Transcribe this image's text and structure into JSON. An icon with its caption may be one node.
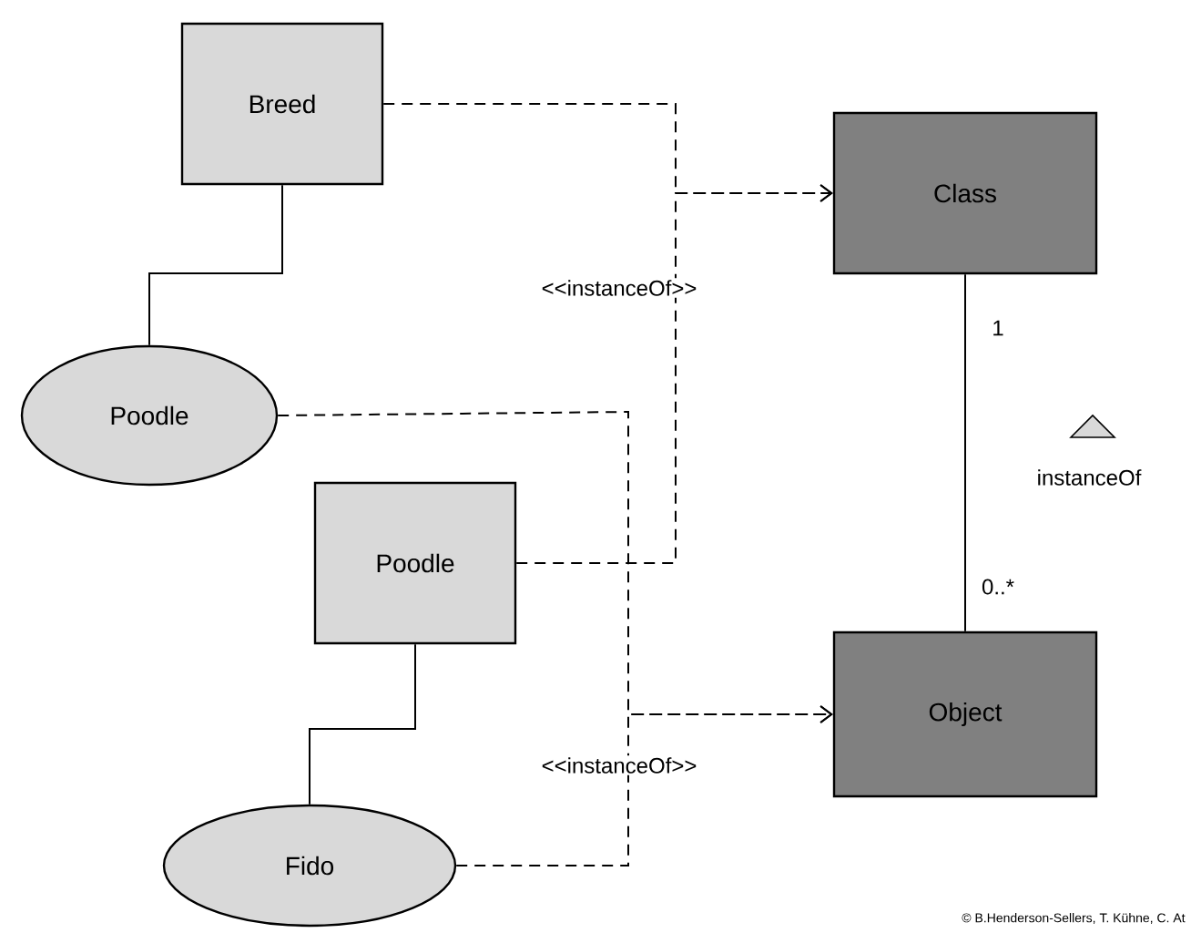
{
  "diagram": {
    "nodes": [
      {
        "text": [
          "Breed"
        ]
      },
      {
        "text": [
          "Class"
        ]
      },
      {
        "text": [
          "Poodle"
        ]
      },
      {
        "text": [
          "Poodle"
        ]
      },
      {
        "text": [
          "Object"
        ]
      },
      {
        "text": [
          "Fido"
        ]
      }
    ],
    "edges": [
      {
        "from": 0,
        "to": 2,
        "arrow": "none"
      },
      {
        "from": 0,
        "to": 1,
        "arrow": "to",
        "style": "dashed"
      },
      {
        "from": 3,
        "to": 1,
        "arrow": "to",
        "style": "dashed",
        "label": "<<instanceOf>>"
      },
      {
        "from": 2,
        "to": 4,
        "arrow": "to",
        "style": "dashed"
      },
      {
        "from": 5,
        "to": 4,
        "arrow": "to",
        "style": "dashed",
        "label": "<<instanceOf>>"
      },
      {
        "from": 3,
        "to": 5,
        "arrow": "none"
      },
      {
        "from": 1,
        "to": 4,
        "arrow": "none",
        "label": "instanceOf"
      }
    ],
    "labels": [
      "1",
      "0..*",
      "© B.Henderson-Sellers, T. Kühne, C. At"
    ]
  }
}
